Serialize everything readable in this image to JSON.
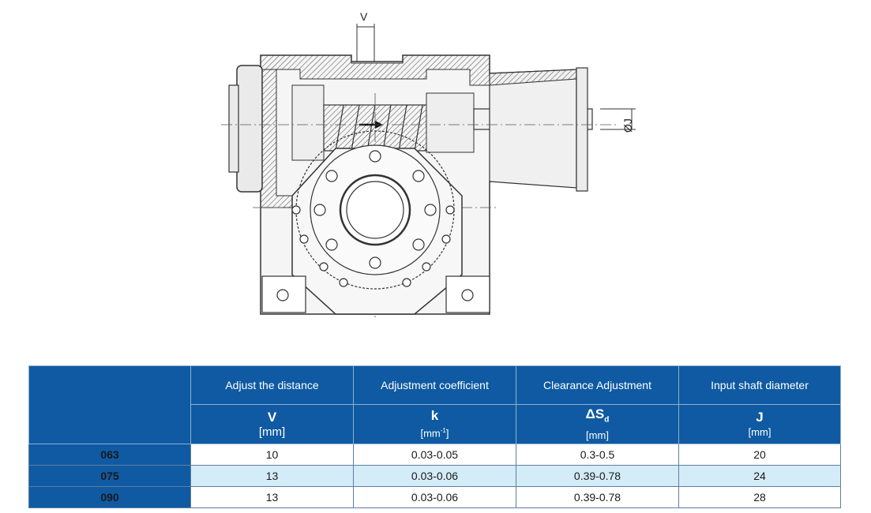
{
  "drawing": {
    "label_v": "V",
    "label_oj": "ØJ"
  },
  "table": {
    "headers": [
      {
        "label": "Adjust the distance",
        "symbol": "V",
        "unit": "[mm]"
      },
      {
        "label": "Adjustment coefficient",
        "symbol": "k",
        "unit_base": "[mm",
        "unit_sup": "-1",
        "unit_end": "]"
      },
      {
        "label": "Clearance Adjustment",
        "symbol": "ΔS",
        "symbol_sub": "d",
        "unit": "[mm]"
      },
      {
        "label": "Input shaft diameter",
        "symbol": "J",
        "unit": "[mm]"
      }
    ],
    "rows": [
      {
        "model": "063",
        "v": "10",
        "k": "0.03-0.05",
        "ds": "0.3-0.5",
        "j": "20"
      },
      {
        "model": "075",
        "v": "13",
        "k": "0.03-0.06",
        "ds": "0.39-0.78",
        "j": "24"
      },
      {
        "model": "090",
        "v": "13",
        "k": "0.03-0.06",
        "ds": "0.39-0.78",
        "j": "28"
      }
    ]
  }
}
